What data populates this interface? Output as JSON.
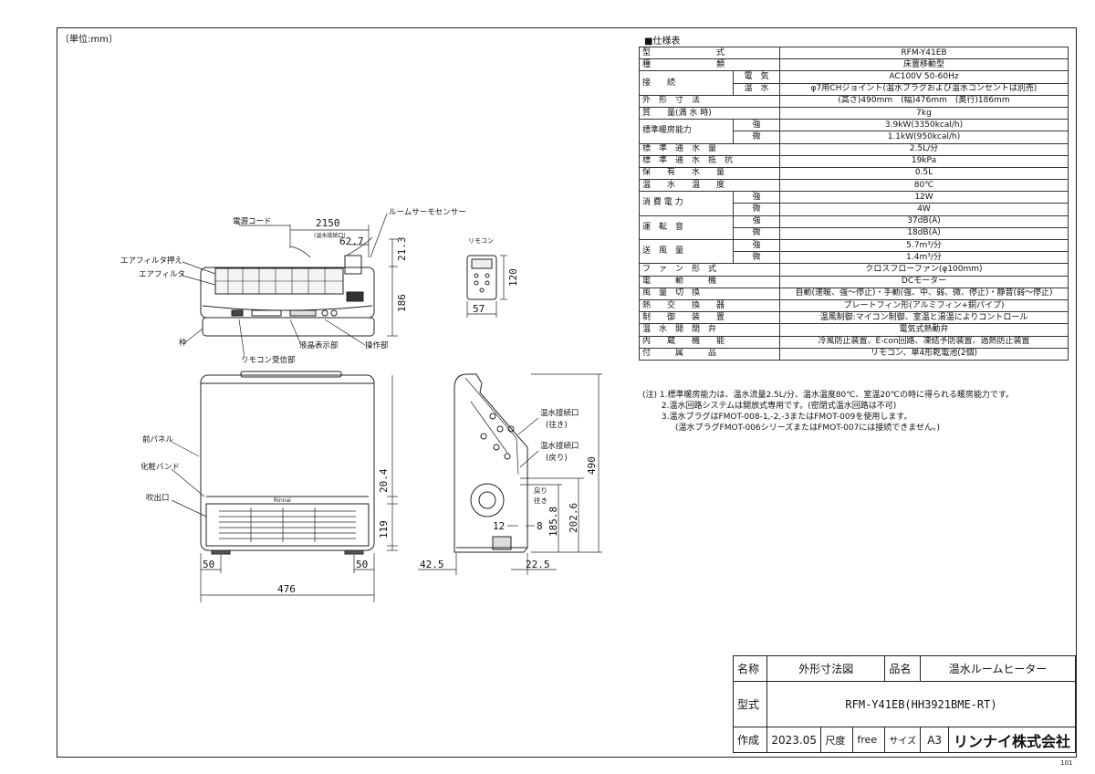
{
  "page": {
    "unit_note": "〔単位:mm〕",
    "doc_number": "101"
  },
  "drawing": {
    "labels": {
      "power_cord": "電源コード",
      "room_thermo": "ルームサーモセンサー",
      "filter_holder": "エアフィルタ押え",
      "air_filter": "エアフィルタ",
      "frame": "枠",
      "lcd": "液晶表示部",
      "operation": "操作部",
      "remote_receiver": "リモコン受信部",
      "remote": "リモコン",
      "front_panel": "前パネル",
      "deco_band": "化粧バンド",
      "outlet": "吹出口",
      "hot_supply": "温水接続口",
      "hot_supply_sub": "(往き)",
      "hot_return": "温水接続口",
      "hot_return_sub": "(戻り)",
      "ret_go": "戻り",
      "ret_go2": "往き",
      "cord_sub": "(温水接続口)",
      "brand": "Rinnai"
    },
    "dims": {
      "cord_len": "2150",
      "cord_off": "62.7",
      "sensor_off": "21.3",
      "depth_top": "186",
      "remote_h": "120",
      "remote_w": "57",
      "band": "20.4",
      "outlet_h": "119",
      "foot_l": "50",
      "foot_r": "50",
      "width": "476",
      "height": "490",
      "conn_h1": "202.6",
      "conn_h2": "185.8",
      "pipe_a": "12",
      "pipe_b": "8",
      "side_l": "42.5",
      "side_r": "22.5"
    }
  },
  "spec": {
    "title": "■仕様表",
    "rows": [
      {
        "label": "型　　　　　　　　式",
        "value": "RFM-Y41EB"
      },
      {
        "label": "種　　　　　　　　類",
        "value": "床置移動型"
      },
      {
        "label": "接　　続",
        "sub": "電　気",
        "value": "AC100V 50-60Hz",
        "rowspan": 2
      },
      {
        "sub": "温　水",
        "value": "φ7用CHジョイント(温水プラグおよび温水コンセントは別売)"
      },
      {
        "label": "外　形　寸　法",
        "value": "(高さ)490mm　(幅)476mm　(奥行)186mm"
      },
      {
        "label": "質　　量(満 水 時)",
        "value": "7kg"
      },
      {
        "label": "標準暖房能力",
        "sub": "強",
        "value": "3.9kW(3350kcal/h)",
        "rowspan": 2
      },
      {
        "sub": "微",
        "value": "1.1kW(950kcal/h)"
      },
      {
        "label": "標　準　通　水　量",
        "value": "2.5L/分"
      },
      {
        "label": "標　準　通　水　抵　抗",
        "value": "19kPa"
      },
      {
        "label": "保　　有　　水　　量",
        "value": "0.5L"
      },
      {
        "label": "温　　水　　温　　度",
        "value": "80℃"
      },
      {
        "label": "消 費 電 力",
        "sub": "強",
        "value": "12W",
        "rowspan": 2
      },
      {
        "sub": "微",
        "value": "4W"
      },
      {
        "label": "運　転　音",
        "sub": "強",
        "value": "37dB(A)",
        "rowspan": 2
      },
      {
        "sub": "微",
        "value": "18dB(A)"
      },
      {
        "label": "送　風　量",
        "sub": "強",
        "value": "5.7m³/分",
        "rowspan": 2
      },
      {
        "sub": "微",
        "value": "1.4m³/分"
      },
      {
        "label": "フ　ァ　ン　形　式",
        "value": "クロスフローファン(φ100mm)"
      },
      {
        "label": "電　　　動　　　機",
        "value": "DCモーター"
      },
      {
        "label": "風　量　切　換",
        "value": "自動(速暖、強～停止)・手動(強、中、弱、微、停止)・静音(弱～停止)"
      },
      {
        "label": "熱　　交　　換　　器",
        "value": "プレートフィン形(アルミフィン+銅パイプ)"
      },
      {
        "label": "制　　御　　装　　置",
        "value": "温風制御:マイコン制御、室温と湯温によりコントロール"
      },
      {
        "label": "温　水　開　閉　弁",
        "value": "電気式熱動弁"
      },
      {
        "label": "内　　蔵　　機　　能",
        "value": "冷風防止装置、E-con回路、凍結予防装置、過熱防止装置"
      },
      {
        "label": "付　　　属　　　品",
        "value": "リモコン、単4形乾電池(2個)"
      }
    ],
    "notes": [
      "(注) 1.標準暖房能力は、温水流量2.5L/分、温水温度80℃、室温20℃の時に得られる暖房能力です。",
      "　　 2.温水回路システムは開放式専用です。(密閉式温水回路は不可)",
      "　　 3.温水プラグはFMOT-008-1,-2,-3またはFMOT-009を使用します。",
      "　　　　(温水プラグFMOT-006シリーズまたはFMOT-007には接続できません。)"
    ]
  },
  "title_block": {
    "name_label": "名称",
    "name_value": "外形寸法図",
    "product_label": "品名",
    "product_value": "温水ルームヒーター",
    "model_label": "型式",
    "model_value": "RFM-Y41EB(HH3921BME-RT)",
    "made_label": "作成",
    "made_value": "2023.05",
    "scale_label": "尺度",
    "scale_value": "free",
    "size_label": "サイズ",
    "size_value": "A3",
    "company": "リンナイ株式会社"
  }
}
